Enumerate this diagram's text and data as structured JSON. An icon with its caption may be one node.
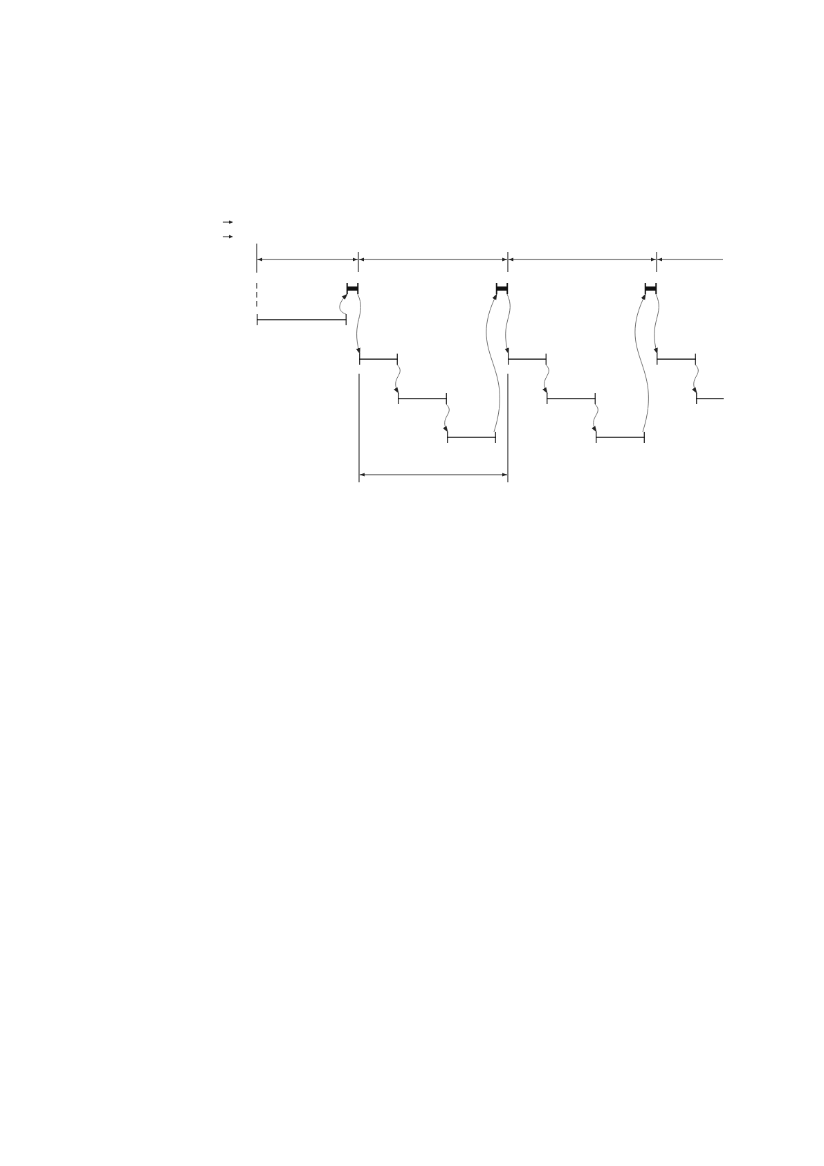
{
  "diagram": {
    "nodes": [
      {
        "text": [],
        "shape": "bar"
      },
      {
        "text": [],
        "shape": "bar"
      },
      {
        "text": [],
        "shape": "bar"
      },
      {
        "text": [],
        "shape": "bar"
      },
      {
        "text": [],
        "shape": "bar"
      },
      {
        "text": [],
        "shape": "bar"
      },
      {
        "text": [],
        "shape": "bar"
      },
      {
        "text": [],
        "shape": "bar"
      },
      {
        "text": [],
        "shape": "bar"
      },
      {
        "text": [],
        "shape": "bar"
      },
      {
        "text": [],
        "shape": "bar"
      },
      {
        "text": [],
        "shape": "bar"
      }
    ],
    "edges": [
      {
        "from": 0,
        "to": 1,
        "arrow": "to"
      },
      {
        "from": 1,
        "to": 2,
        "arrow": "to"
      },
      {
        "from": 2,
        "to": 3,
        "arrow": "to"
      },
      {
        "from": 3,
        "to": 4,
        "arrow": "to"
      },
      {
        "from": 4,
        "to": 5,
        "arrow": "to"
      },
      {
        "from": 5,
        "to": 6,
        "arrow": "to"
      },
      {
        "from": 6,
        "to": 7,
        "arrow": "to"
      },
      {
        "from": 7,
        "to": 8,
        "arrow": "to"
      },
      {
        "from": 8,
        "to": 9,
        "arrow": "to"
      },
      {
        "from": 9,
        "to": 10,
        "arrow": "to"
      },
      {
        "from": 10,
        "to": 11,
        "arrow": "to"
      }
    ]
  }
}
